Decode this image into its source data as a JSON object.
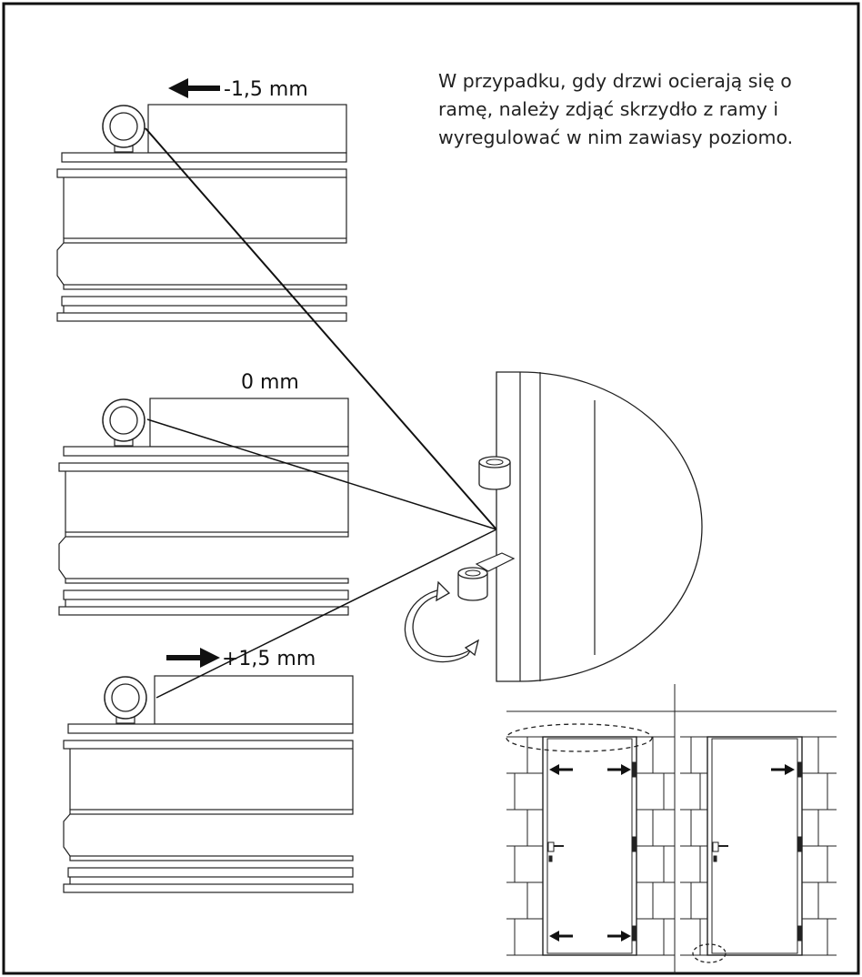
{
  "instruction": {
    "lines": [
      "W przypadku, gdy drzwi ocierają się o",
      "ramę,  należy zdjąć skrzydło z ramy i",
      "wyregulować w nim zawiasy poziomo."
    ]
  },
  "adjustments": [
    {
      "label": "-1,5 mm",
      "direction": "left"
    },
    {
      "label": "0 mm",
      "direction": "none"
    },
    {
      "label": "+1,5 mm",
      "direction": "right"
    }
  ]
}
